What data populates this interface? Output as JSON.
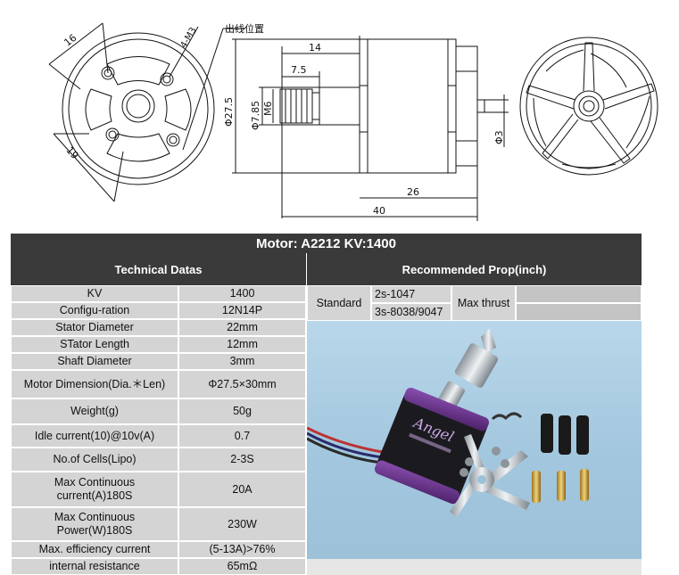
{
  "drawing": {
    "callout": "出线位置",
    "dims": {
      "d16": "16",
      "m3": "4-M3",
      "d19": "19",
      "d14": "14",
      "d75": "7.5",
      "phi275": "Φ27.5",
      "phi785": "Φ7.85",
      "m6": "M6",
      "d26": "26",
      "d40": "40",
      "phi3": "Φ3"
    }
  },
  "spec": {
    "title": "Motor: A2212  KV:1400",
    "header_left": "Technical Datas",
    "header_right": "Recommended Prop(inch)",
    "rows": [
      {
        "key": "KV",
        "value": "1400"
      },
      {
        "key": "Configu-ration",
        "value": "12N14P"
      },
      {
        "key": "Stator Diameter",
        "value": "22mm"
      },
      {
        "key": "STator Length",
        "value": "12mm"
      },
      {
        "key": "Shaft Diameter",
        "value": "3mm"
      },
      {
        "key": "Motor Dimension(Dia.＊Len)",
        "value": "Φ27.5×30mm"
      },
      {
        "key": "Weight(g)",
        "value": "50g"
      },
      {
        "key": "Idle current(10)@10v(A)",
        "value": "0.7"
      },
      {
        "key": "No.of Cells(Lipo)",
        "value": "2-3S"
      },
      {
        "key": "Max Continuous current(A)180S",
        "value": "20A"
      },
      {
        "key": "Max Continuous Power(W)180S",
        "value": "230W"
      },
      {
        "key": "Max. efficiency current",
        "value": "(5-13A)>76%"
      },
      {
        "key": "internal resistance",
        "value": "65mΩ"
      }
    ],
    "prop": {
      "standard_label": "Standard",
      "prop_2s": "2s-1047",
      "prop_3s": "3s-8038/9047",
      "max_thrust_label": "Max thrust",
      "thrust_2s": "",
      "thrust_3s": ""
    },
    "photo": {
      "brand": "Angel"
    }
  }
}
